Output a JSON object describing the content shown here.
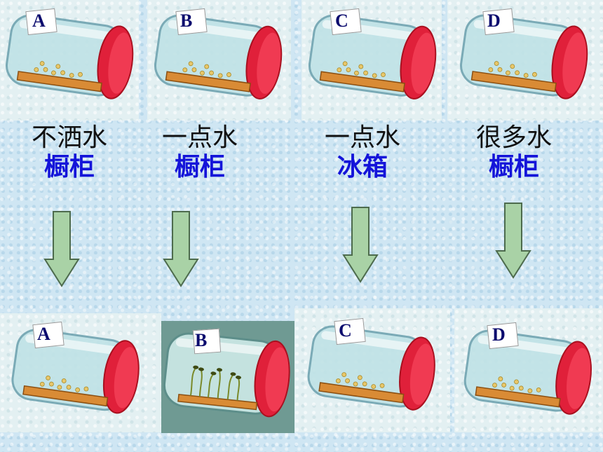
{
  "top_row": [
    {
      "letter": "A"
    },
    {
      "letter": "B"
    },
    {
      "letter": "C"
    },
    {
      "letter": "D"
    }
  ],
  "conditions": [
    {
      "water": "不洒水",
      "place": "橱柜"
    },
    {
      "water": "一点水",
      "place": "橱柜"
    },
    {
      "water": "一点水",
      "place": "冰箱"
    },
    {
      "water": "很多水",
      "place": "橱柜"
    }
  ],
  "bottom_row": [
    {
      "letter": "A",
      "sprouted": false
    },
    {
      "letter": "B",
      "sprouted": true
    },
    {
      "letter": "C",
      "sprouted": false
    },
    {
      "letter": "D",
      "sprouted": false
    }
  ],
  "colors": {
    "cap": "#e0203a",
    "label_water": "#111111",
    "label_place": "#1414d9",
    "arrow_fill": "#a9d2a6"
  }
}
